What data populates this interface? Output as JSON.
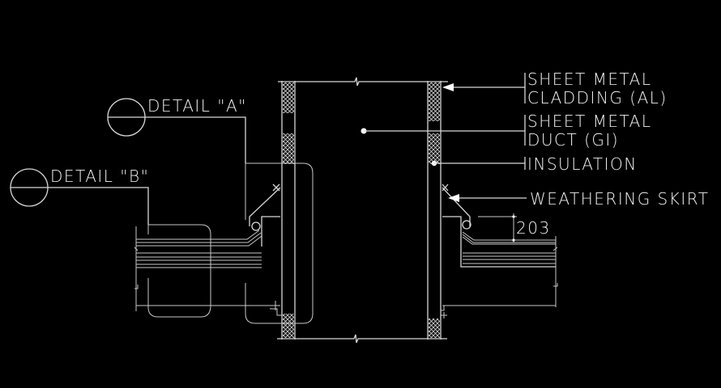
{
  "drawing": {
    "background": "#000000",
    "line_color": "#d8d8d8",
    "text_color": "#f2f2f2"
  },
  "labels": {
    "cladding_line1": "SHEET METAL",
    "cladding_line2": "CLADDING (AL)",
    "duct_line1": "SHEET METAL",
    "duct_line2": "DUCT (GI)",
    "insulation": "INSULATION",
    "weathering_skirt": "WEATHERING SKIRT",
    "dimension": "203"
  },
  "details": [
    {
      "label": "DETAIL \"A\""
    },
    {
      "label": "DETAIL \"B\""
    }
  ]
}
